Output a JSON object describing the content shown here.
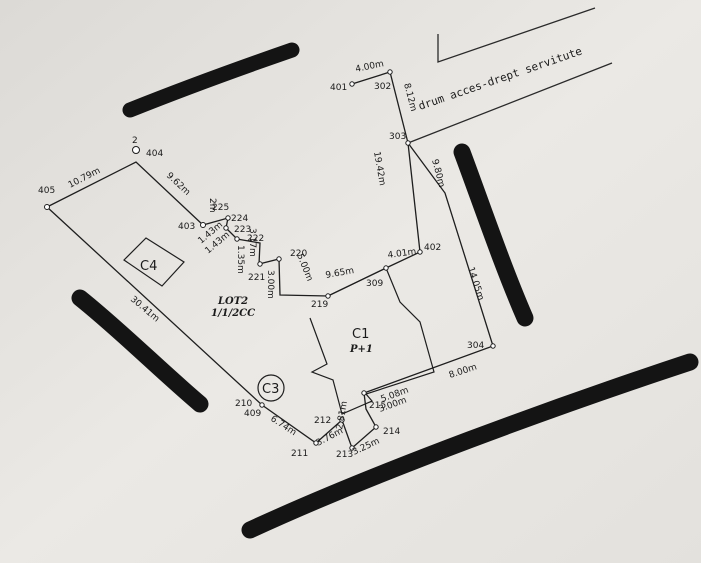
{
  "access_road_label": "drum acces-drept servitute",
  "lot_label_line1": "LOT2",
  "lot_label_line2": "1/1/2CC",
  "buildings": {
    "c1_name": "C1",
    "c1_height": "P+1",
    "c3_name": "C3",
    "c4_name": "C4"
  },
  "points": {
    "p2": "2",
    "p404": "404",
    "p405": "405",
    "p403": "403",
    "p225": "225",
    "p224": "224",
    "p223": "223",
    "p222": "222",
    "p221": "221",
    "p220": "220",
    "p219": "219",
    "p309": "309",
    "p402": "402",
    "p401": "401",
    "p302": "302",
    "p303": "303",
    "p304": "304",
    "p215": "215",
    "p214": "214",
    "p213": "213",
    "p212": "212",
    "p211": "211",
    "p210": "210",
    "p409": "409"
  },
  "dimensions": {
    "d_405_404": "10.79m",
    "d_404_403": "9.62m",
    "d_225": "2m",
    "d_403_223": "1.43m",
    "d_223_222": "1.43m",
    "d_222_221": "3.17m",
    "d_221_side": "1.35m",
    "d_221_220": "3.00m",
    "d_220_219": "5.00m",
    "d_219_309": "9.65m",
    "d_309_402": "4.01m",
    "d_402_303": "19.42m",
    "d_401_302": "4.00m",
    "d_302_303": "8.12m",
    "d_303_side": "9.80m",
    "d_303_304": "14.05m",
    "d_304_215": "8.00m",
    "d_215_214": "3.00m",
    "d_215_side": "5.08m",
    "d_214_213": "3.25m",
    "d_213_212": "2.81m",
    "d_212_211": "3.76m",
    "d_211_409": "6.74m",
    "d_405_409": "30.41m"
  }
}
